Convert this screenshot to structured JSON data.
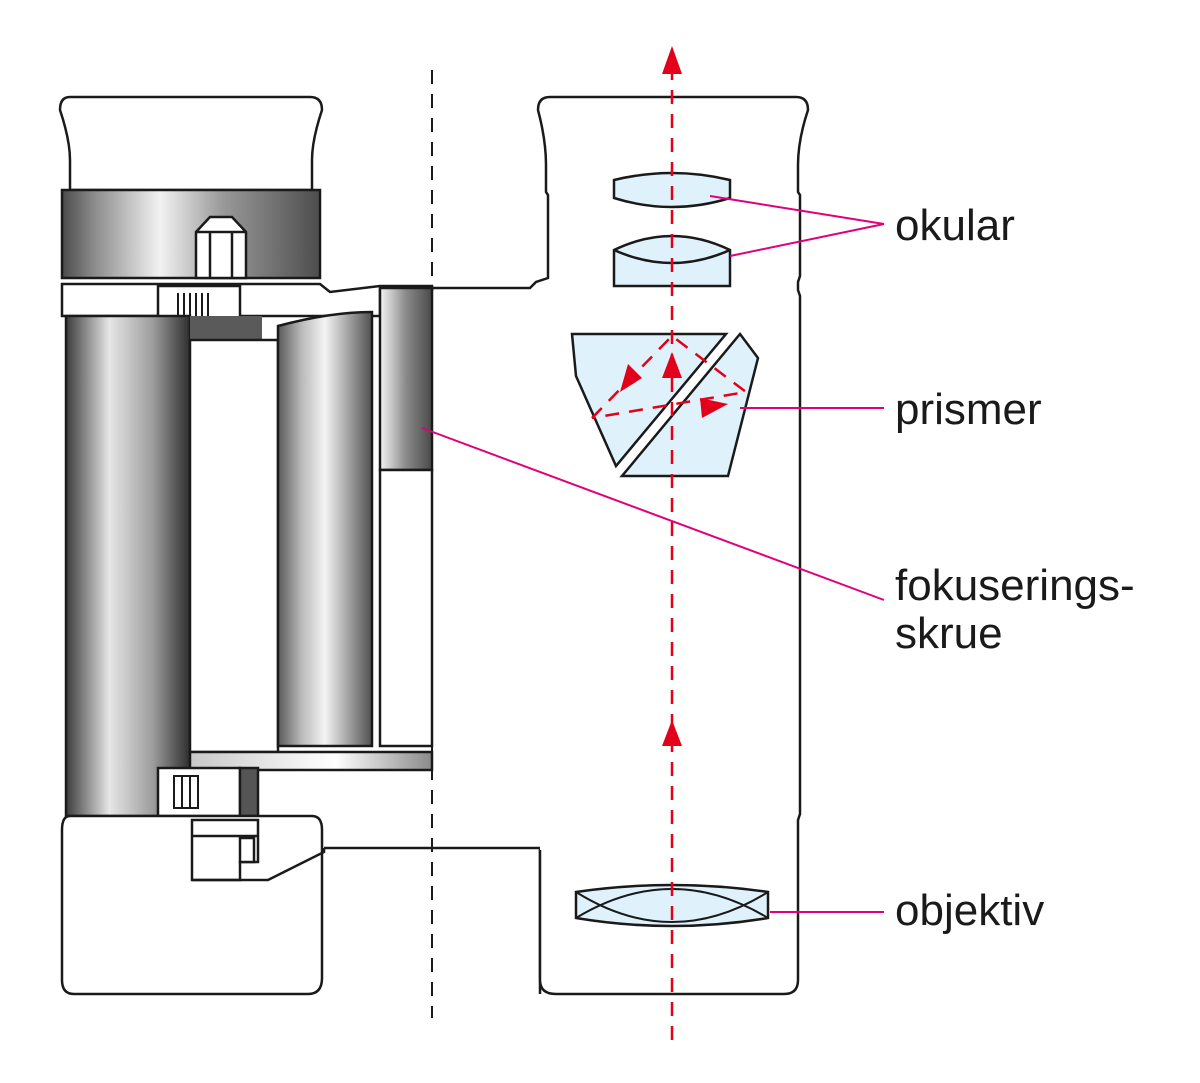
{
  "labels": {
    "okular": "okular",
    "prismer": "prismer",
    "focus_line1": "fokuserings-",
    "focus_line2": "skrue",
    "objektiv": "objektiv"
  },
  "colors": {
    "outline": "#1a1a1a",
    "glass_fill": "#dff2fb",
    "leader_line": "#e0007a",
    "light_path": "#e2001a",
    "metal_dark": "#555555",
    "metal_light": "#e8e8e8"
  }
}
